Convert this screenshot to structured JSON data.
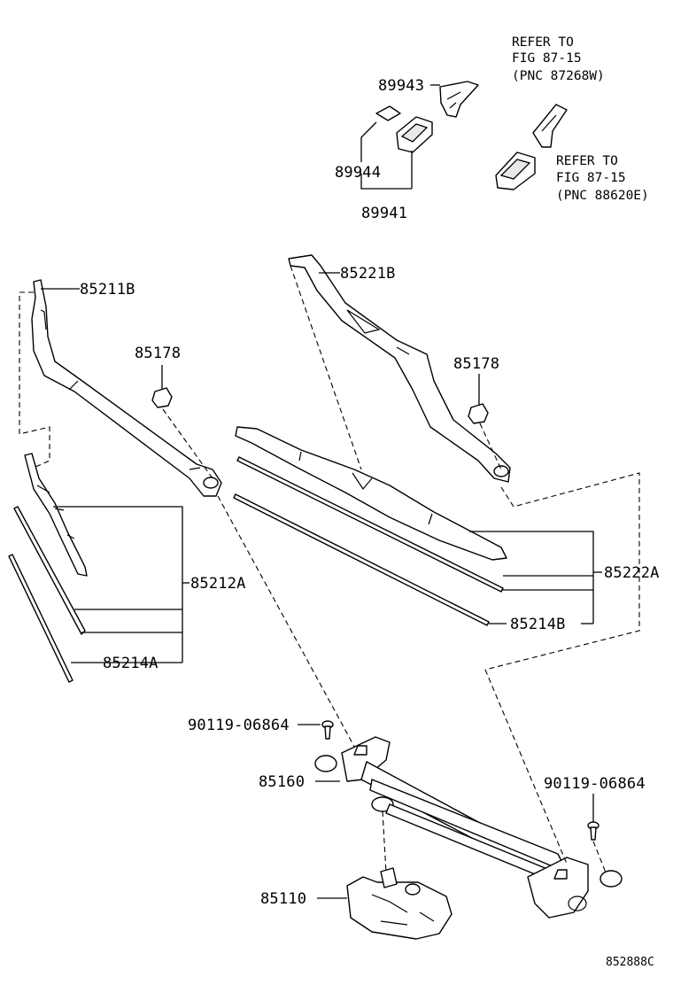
{
  "parts": {
    "clip_upper": "89943",
    "pad": "89944",
    "cap_assy": "89941",
    "arm_right": "85221B",
    "arm_left": "85211B",
    "nut_left": "85178",
    "nut_right": "85178",
    "blade_left": "85212A",
    "blade_right": "85222A",
    "rubber_left": "85214A",
    "rubber_right": "85214B",
    "bolt_left": "90119-06864",
    "bolt_right": "90119-06864",
    "link_assy": "85160",
    "motor": "85110"
  },
  "refs": {
    "ref1": [
      "REFER TO",
      "FIG 87-15",
      "(PNC 87268W)"
    ],
    "ref2": [
      "REFER TO",
      "FIG 87-15",
      "(PNC 88620E)"
    ]
  },
  "diagram_code": "852888C"
}
